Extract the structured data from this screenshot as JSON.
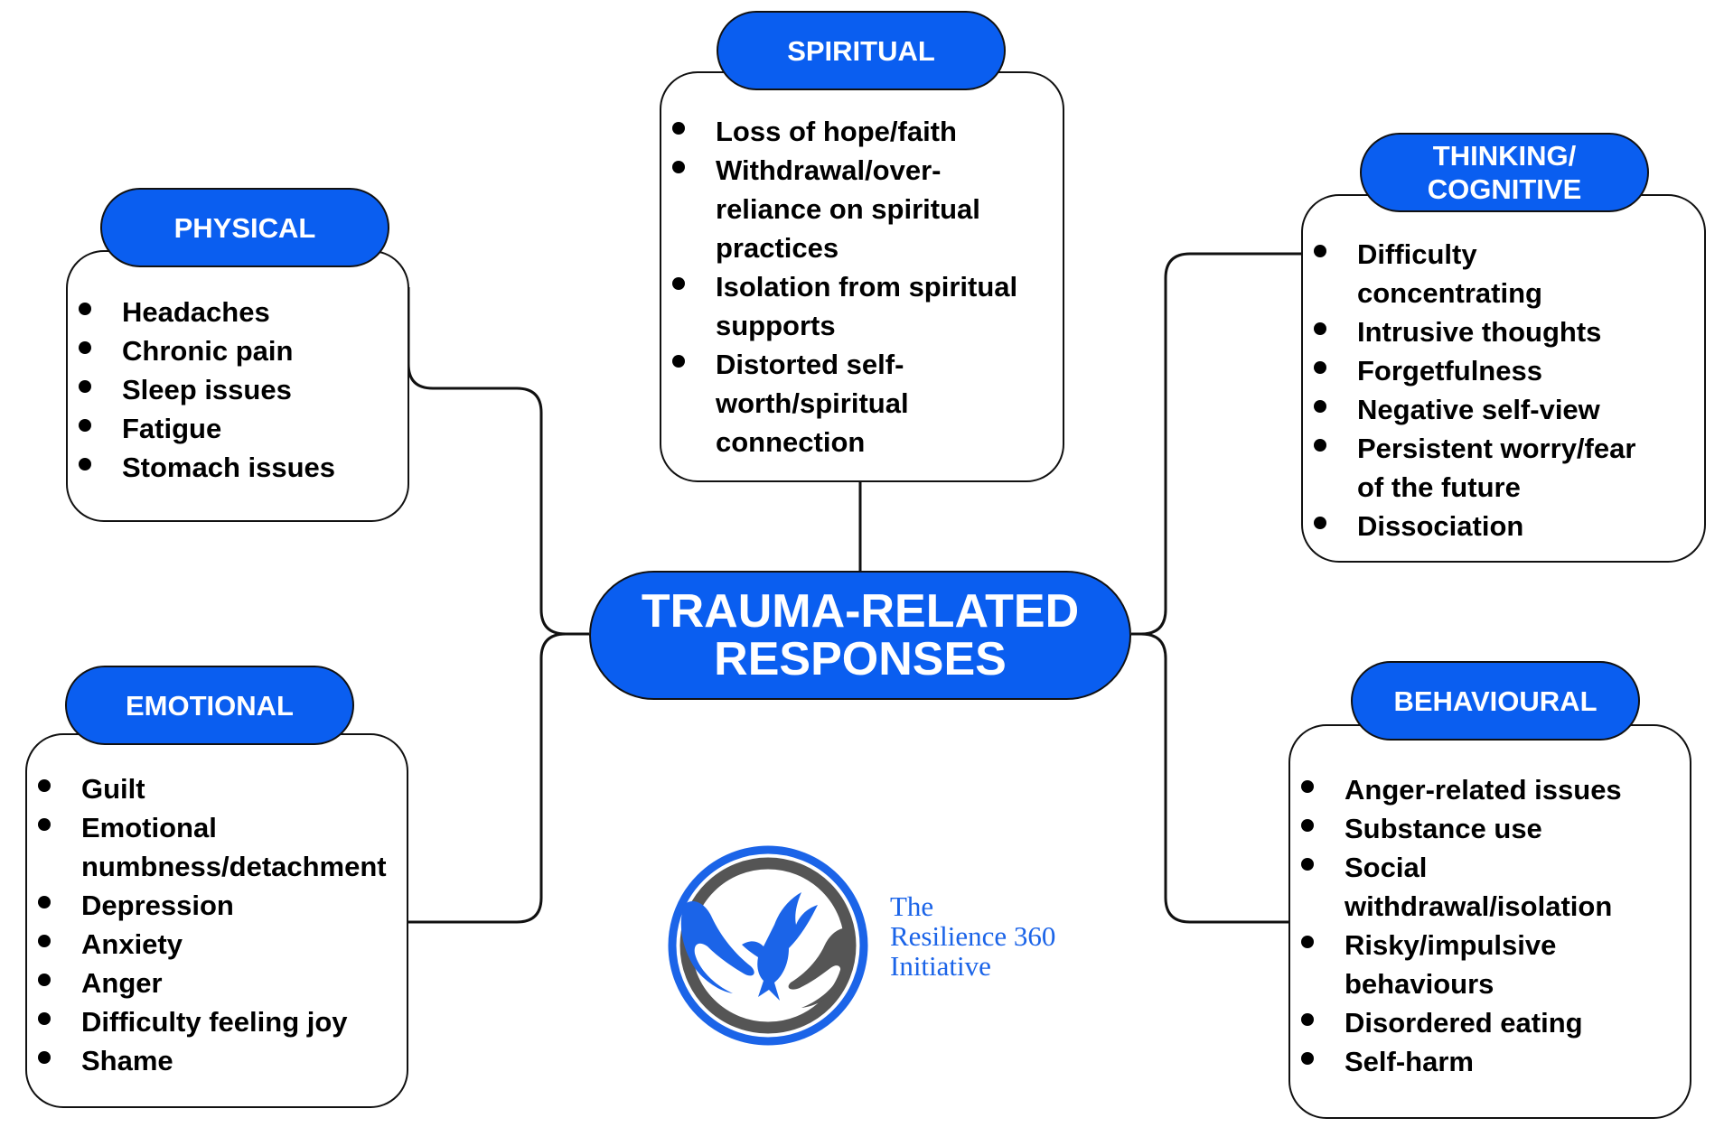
{
  "center": {
    "line1": "TRAUMA-RELATED",
    "line2": "RESPONSES"
  },
  "categories": {
    "spiritual": {
      "title": "SPIRITUAL",
      "items": [
        "Loss of hope/faith",
        "Withdrawal/over-",
        "reliance on spiritual",
        "practices",
        "Isolation from spiritual",
        "supports",
        "Distorted self-",
        "worth/spiritual",
        "connection"
      ]
    },
    "physical": {
      "title": "PHYSICAL",
      "items": [
        "Headaches",
        "Chronic pain",
        "Sleep issues",
        "Fatigue",
        "Stomach issues"
      ]
    },
    "thinking": {
      "title_line1": "THINKING/",
      "title_line2": "COGNITIVE",
      "items": [
        "Difficulty",
        "concentrating",
        "Intrusive thoughts",
        "Forgetfulness",
        "Negative self-view",
        "Persistent worry/fear",
        "of the future",
        "Dissociation"
      ]
    },
    "emotional": {
      "title": "EMOTIONAL",
      "items": [
        "Guilt",
        "Emotional",
        "numbness/detachment",
        "Depression",
        "Anxiety",
        "Anger",
        "Difficulty feeling joy",
        "Shame"
      ]
    },
    "behavioural": {
      "title": "BEHAVIOURAL",
      "items": [
        "Anger-related issues",
        "Substance use",
        "Social",
        "withdrawal/isolation",
        "Risky/impulsive",
        "behaviours",
        "Disordered eating",
        "Self-harm"
      ]
    }
  },
  "logo": {
    "line1": "The",
    "line2": "Resilience 360",
    "line3": "Initiative"
  },
  "colors": {
    "accent": "#0a5ef0",
    "logo_text": "#1b64e8",
    "outline": "#111111"
  },
  "icons": {
    "logo": "dove-hands-circle-icon"
  }
}
